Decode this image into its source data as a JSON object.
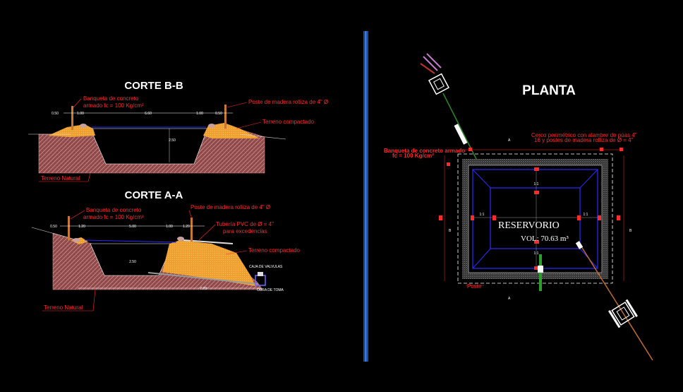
{
  "corte_bb": {
    "title": "CORTE B-B",
    "banqueta_line1": "Banqueta de concreto",
    "banqueta_line2": "armado fc = 100 Kg/cm²",
    "poste": "Poste de madera rolliza de 4\" Ø",
    "terreno_compactado": "Terreno compactado",
    "terreno_natural": "Terreno Natural",
    "dims": [
      "0.50",
      "1.00",
      "6.60",
      "1.00",
      "0.50"
    ],
    "depth": "2.50"
  },
  "corte_aa": {
    "title": "CORTE A-A",
    "banqueta_line1": "Banqueta de concreto",
    "banqueta_line2": "armado fc = 100 Kg/cm²",
    "poste": "Poste de madera rolliza de 4\" Ø",
    "tuberia_line1": "Tubería PVC de Ø = 4\"",
    "tuberia_line2": "para excedencias",
    "terreno_compactado": "Terreno compactado",
    "terreno_natural": "Terreno Natural",
    "caja_valvulas": "CAJA DE VALVULAS",
    "obra_toma": "OBRA DE TOMA",
    "dims": [
      "0.50",
      "1.20",
      "5.00",
      "1.00",
      "1.20"
    ],
    "depth": "2.50",
    "bottom_dim": "7.70"
  },
  "planta": {
    "title": "PLANTA",
    "reservorio": "RESERVORIO",
    "vol_label": "VOL: 70.63 m³",
    "note_top_line1": "Cerco perimétrico con alambre de púas 4\"",
    "note_top_line2": "16 y postes de madera rolliza de Ø = 4\"",
    "note_left_line1": "Banqueta de concreto armado",
    "note_left_line2": "fc = 100 Kg/cm²",
    "slope_labels": [
      "1:1",
      "1:1",
      "1:1",
      "1:1"
    ],
    "section_letters": [
      "A",
      "A",
      "B",
      "B"
    ],
    "poste_label": "Poste"
  },
  "colors": {
    "background": "#000000",
    "title": "#ffffff",
    "annotation": "#ff2a2a",
    "soil": "#e8a040",
    "natural_terrain": "#c06a6a",
    "water_line": "#1a1aff",
    "divider": "#1f5fd0"
  }
}
